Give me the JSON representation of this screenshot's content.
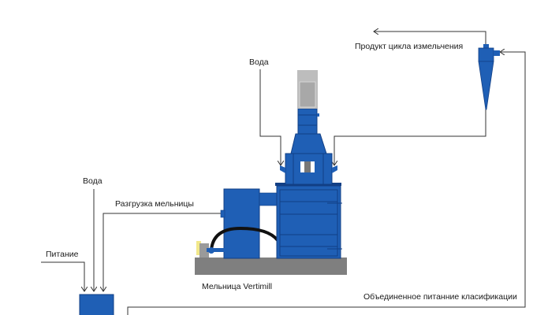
{
  "labels": {
    "product": "Продукт цикла измельчения",
    "water_top": "Вода",
    "water_left": "Вода",
    "mill_discharge": "Разгрузка мельницы",
    "feed": "Питание",
    "mill_name": "Мельница Vertimill",
    "combined_feed": "Объединенное питанние класификации"
  },
  "colors": {
    "equipment_blue": "#1f5fb5",
    "equipment_dark": "#123f85",
    "motor_gray": "#bdbdbd",
    "base_gray": "#7f7f7f",
    "line": "#333333",
    "hose": "#111111"
  }
}
